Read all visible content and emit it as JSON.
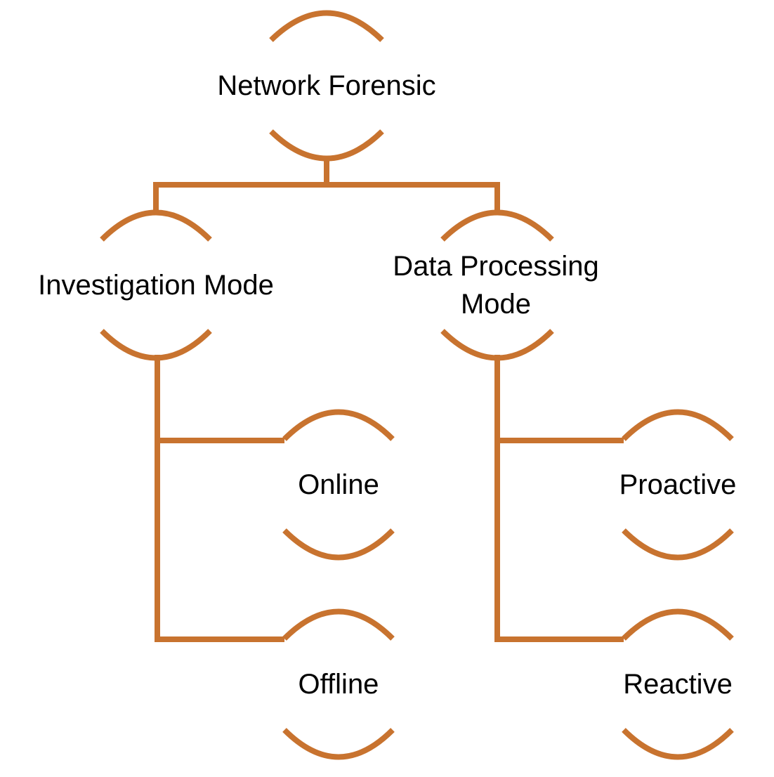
{
  "colors": {
    "accent": "#C8732F",
    "text": "#000000",
    "background": "#FFFFFF"
  },
  "nodes": [
    {
      "id": "root",
      "lines": [
        "Network Forensic"
      ]
    },
    {
      "id": "investigation",
      "lines": [
        "Investigation Mode"
      ]
    },
    {
      "id": "data-processing",
      "lines": [
        "Data Processing",
        "Mode"
      ]
    },
    {
      "id": "online",
      "lines": [
        "Online"
      ]
    },
    {
      "id": "offline",
      "lines": [
        "Offline"
      ]
    },
    {
      "id": "proactive",
      "lines": [
        "Proactive"
      ]
    },
    {
      "id": "reactive",
      "lines": [
        "Reactive"
      ]
    }
  ]
}
